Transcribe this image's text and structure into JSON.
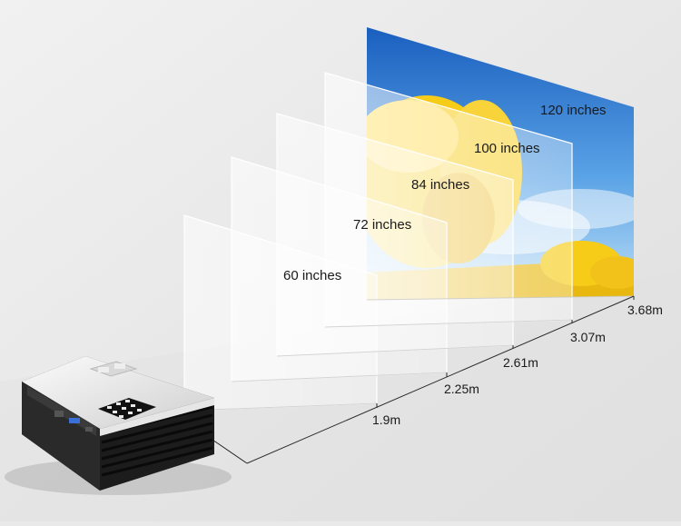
{
  "screens": [
    {
      "size": "60 inches",
      "distance": "1.9m"
    },
    {
      "size": "72 inches",
      "distance": "2.25m"
    },
    {
      "size": "84 inches",
      "distance": "2.61m"
    },
    {
      "size": "100 inches",
      "distance": "3.07m"
    },
    {
      "size": "120 inches",
      "distance": "3.68m"
    }
  ],
  "colors": {
    "wall": "#e9e9e9",
    "floor": "#dcdcdc",
    "sky_top": "#1a5fbf",
    "sky_bottom": "#8cc4ee",
    "sunflower": "#f6cc18",
    "projector_body": "#f2f2f2",
    "projector_vent": "#161616"
  },
  "icons": [
    "projector-icon",
    "sunflower-image"
  ]
}
